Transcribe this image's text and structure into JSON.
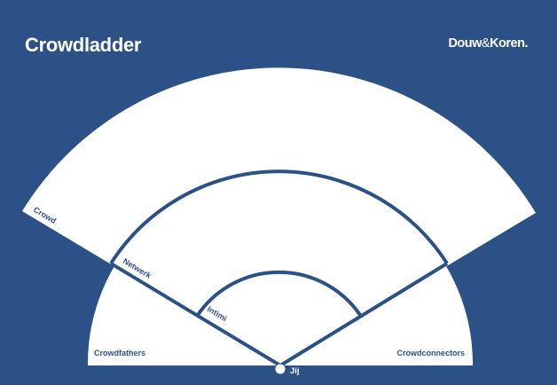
{
  "title": "Crowdladder",
  "logo": {
    "part1": "Douw",
    "amp": "&",
    "part2": "Koren."
  },
  "labels": {
    "crowd": "Crowd",
    "netwerk": "Netwerk",
    "intimi": "Intimi",
    "crowdfathers": "Crowdfathers",
    "crowdconnectors": "Crowdconnectors",
    "jij": "Jij"
  },
  "colors": {
    "background": "#2c5187",
    "fill": "#ffffff",
    "line": "#2c5187"
  }
}
